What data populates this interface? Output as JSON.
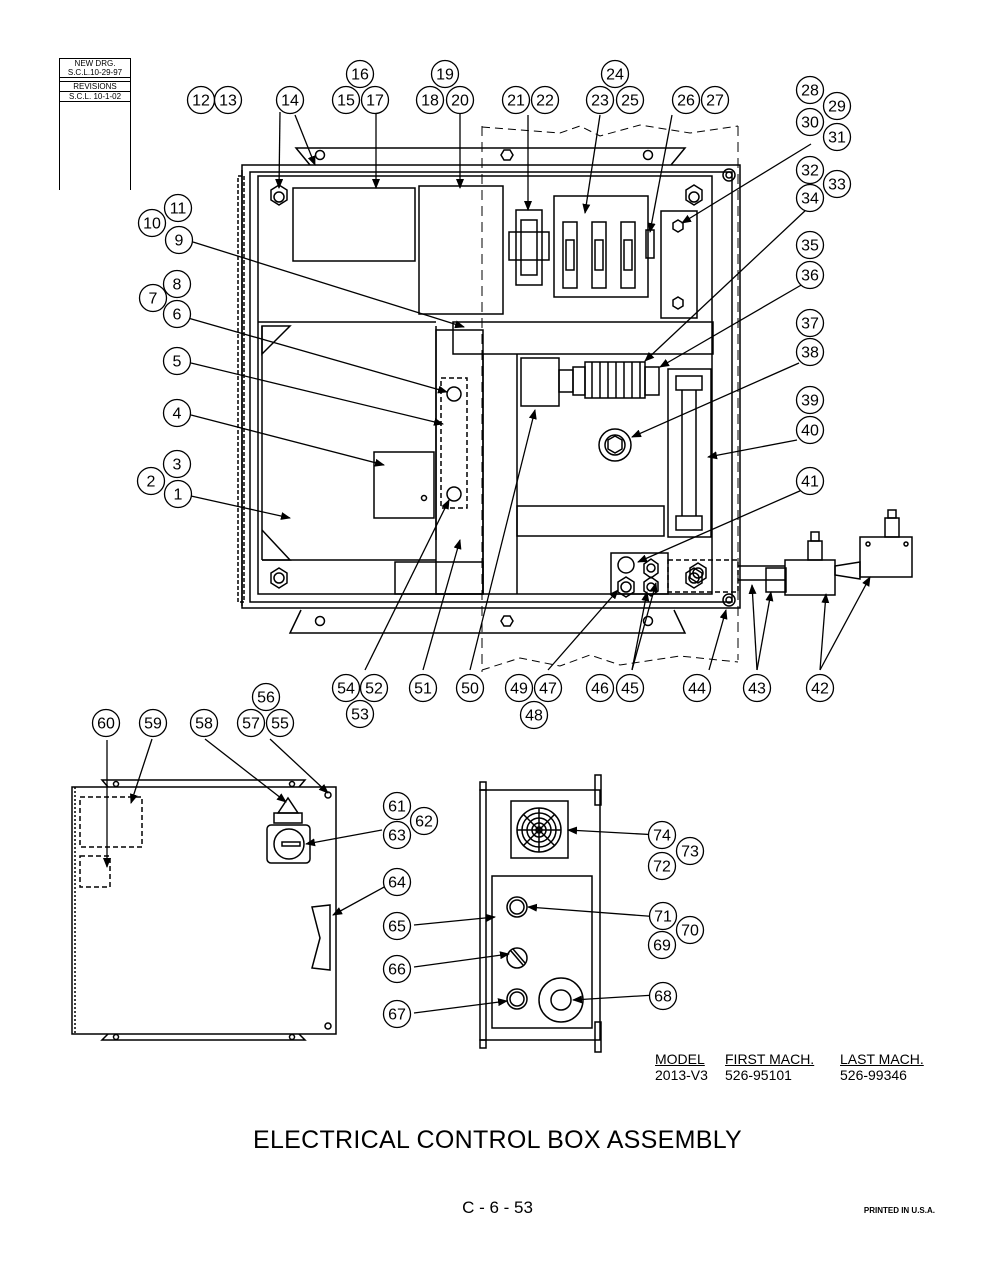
{
  "revision_block": {
    "new_drg_label": "NEW DRG.",
    "new_drg_value": "S.C.L.10-29-97",
    "revisions_label": "REVISIONS",
    "revisions_value": "S.C.L. 10-1-02"
  },
  "callouts": {
    "n1": "1",
    "n2": "2",
    "n3": "3",
    "n4": "4",
    "n5": "5",
    "n6": "6",
    "n7": "7",
    "n8": "8",
    "n9": "9",
    "n10": "10",
    "n11": "11",
    "n12": "12",
    "n13": "13",
    "n14": "14",
    "n15": "15",
    "n16": "16",
    "n17": "17",
    "n18": "18",
    "n19": "19",
    "n20": "20",
    "n21": "21",
    "n22": "22",
    "n23": "23",
    "n24": "24",
    "n25": "25",
    "n26": "26",
    "n27": "27",
    "n28": "28",
    "n29": "29",
    "n30": "30",
    "n31": "31",
    "n32": "32",
    "n33": "33",
    "n34": "34",
    "n35": "35",
    "n36": "36",
    "n37": "37",
    "n38": "38",
    "n39": "39",
    "n40": "40",
    "n41": "41",
    "n42": "42",
    "n43": "43",
    "n44": "44",
    "n45": "45",
    "n46": "46",
    "n47": "47",
    "n48": "48",
    "n49": "49",
    "n50": "50",
    "n51": "51",
    "n52": "52",
    "n53": "53",
    "n54": "54",
    "n55": "55",
    "n56": "56",
    "n57": "57",
    "n58": "58",
    "n59": "59",
    "n60": "60",
    "n61": "61",
    "n62": "62",
    "n63": "63",
    "n64": "64",
    "n65": "65",
    "n66": "66",
    "n67": "67",
    "n68": "68",
    "n69": "69",
    "n70": "70",
    "n71": "71",
    "n72": "72",
    "n73": "73",
    "n74": "74"
  },
  "model_table": {
    "headers": [
      "MODEL",
      "FIRST MACH.",
      "LAST MACH."
    ],
    "row": [
      "2013-V3",
      "526-95101",
      "526-99346"
    ]
  },
  "title": "ELECTRICAL CONTROL BOX ASSEMBLY",
  "page_number": "C - 6 - 53",
  "printed_note": "PRINTED IN U.S.A."
}
